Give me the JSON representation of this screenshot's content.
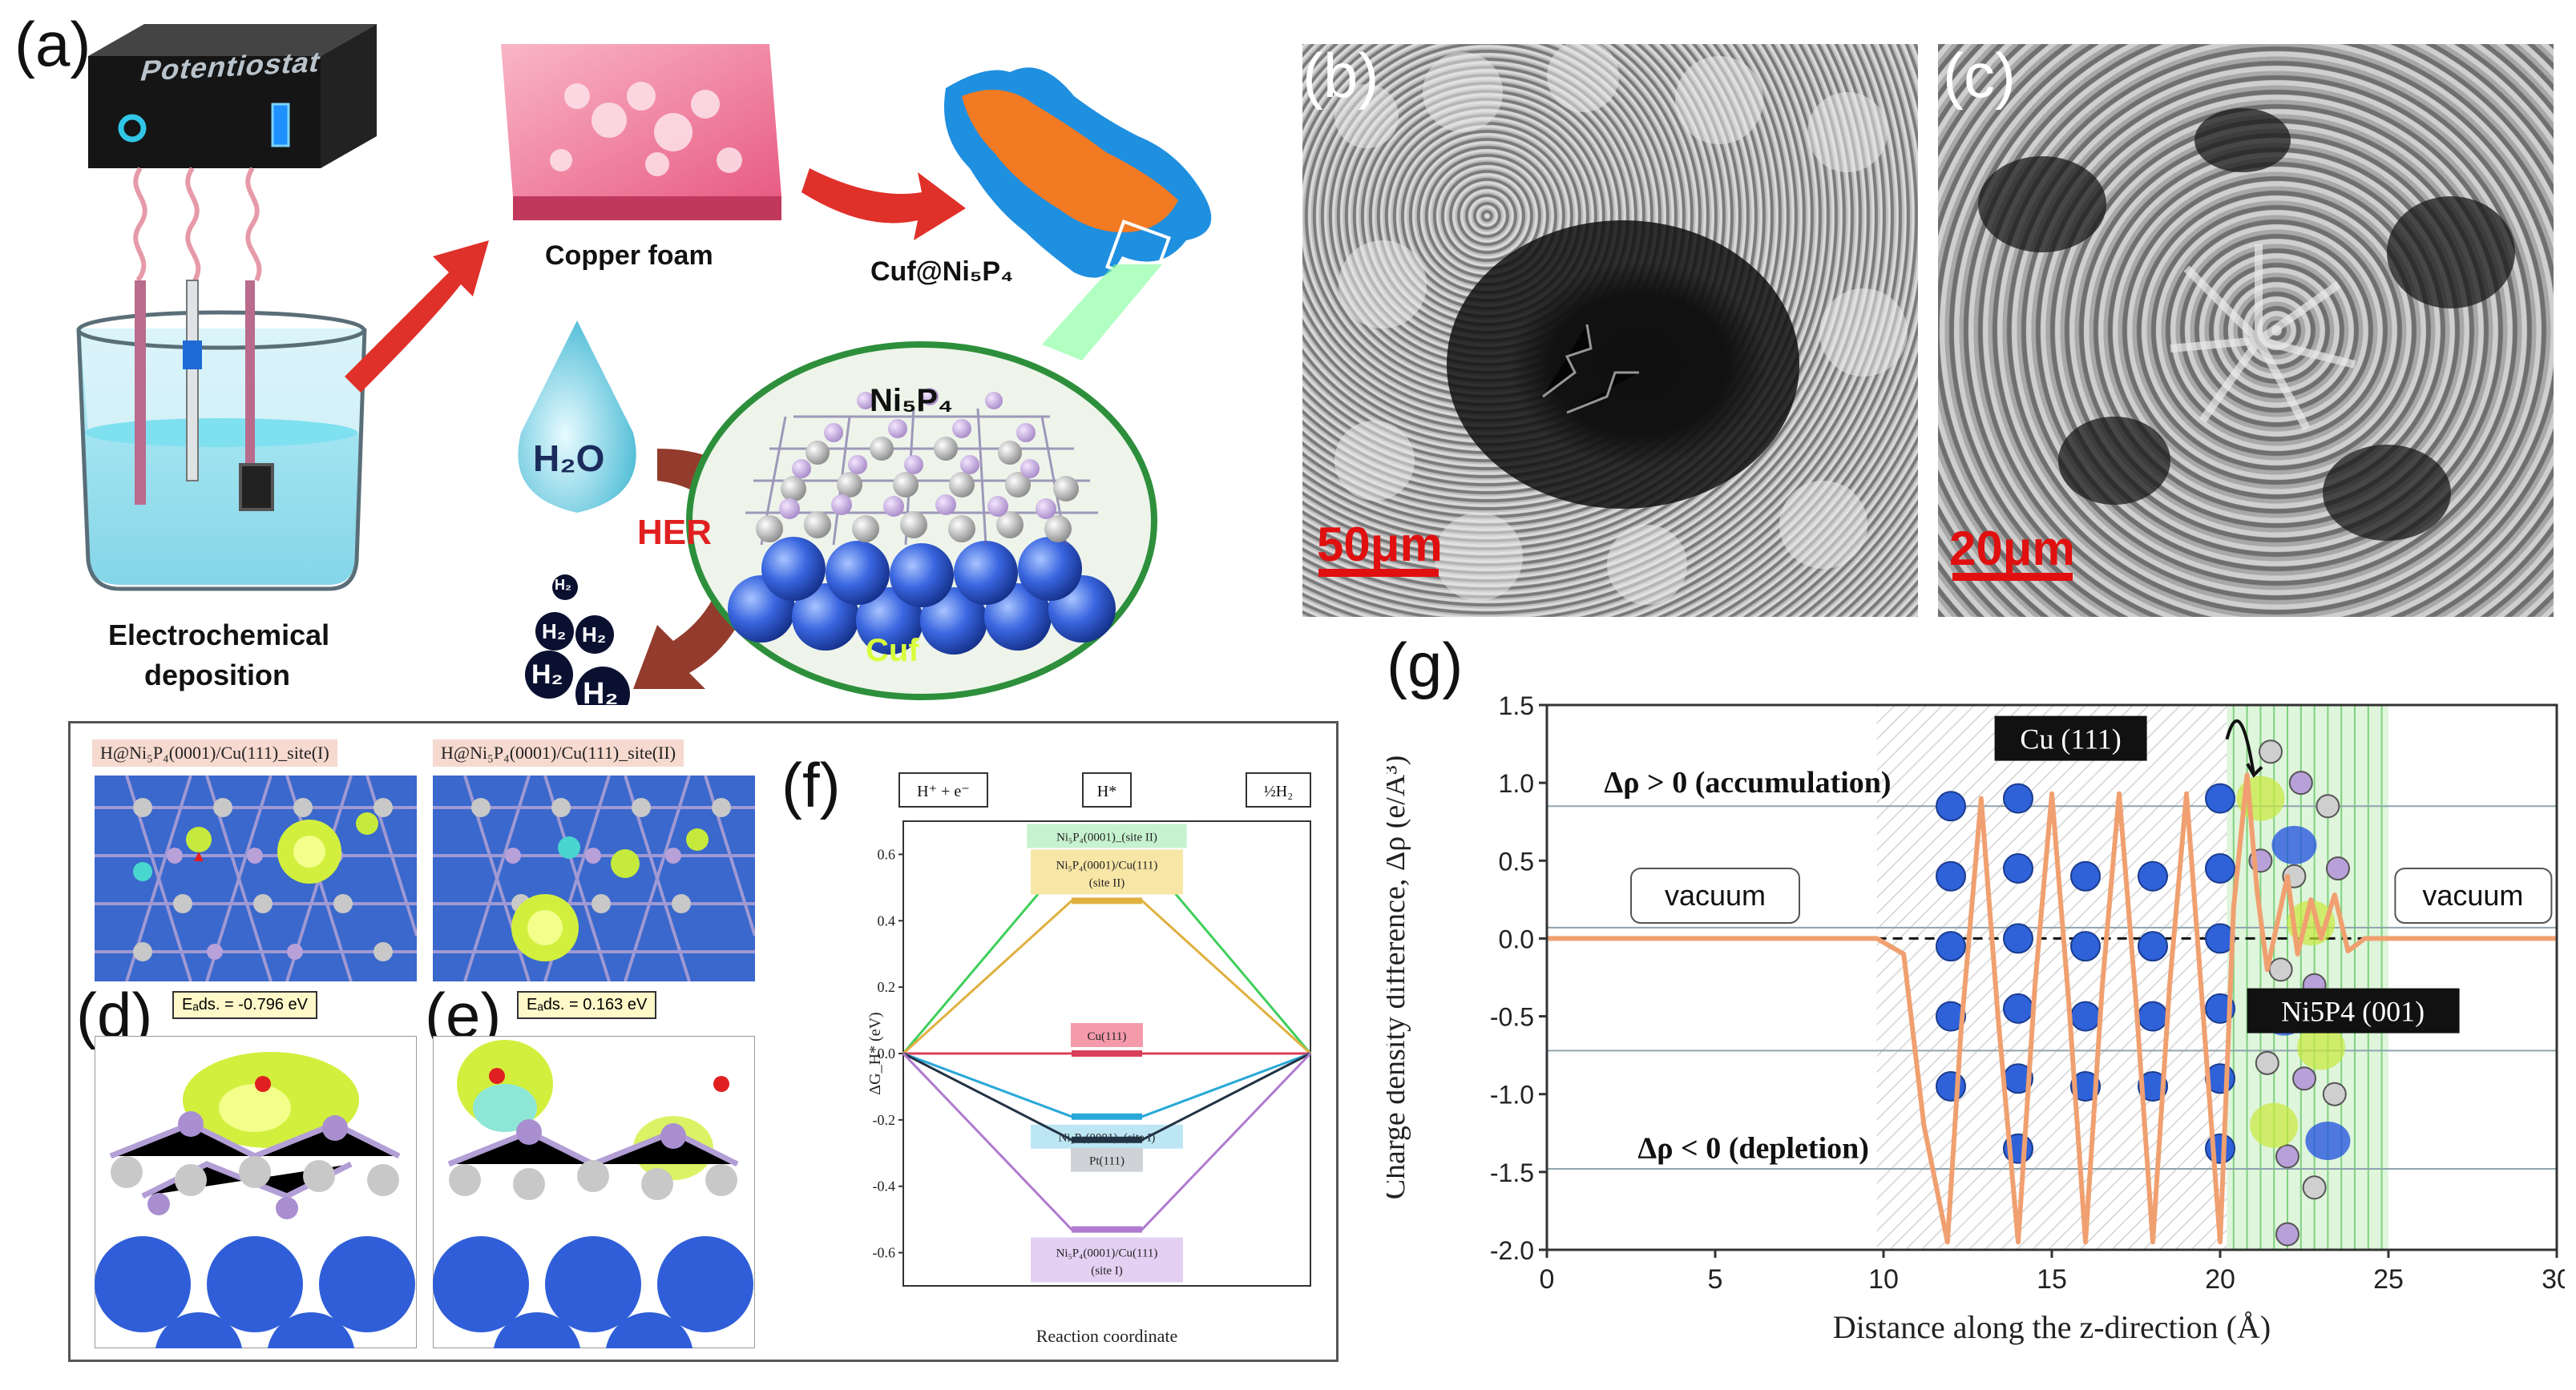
{
  "panel_a": {
    "label": "(a)",
    "potentiostat": "Potentiostat",
    "copper_foam": "Copper foam",
    "cuf_ni5p4": "Cuf@Ni₅P₄",
    "electro_line1": "Electrochemical",
    "electro_line2": "deposition",
    "h2o": "H₂O",
    "her": "HER",
    "ni5p4": "Ni₅P₄",
    "cuf": "Cuf",
    "h2": "H₂"
  },
  "panel_b": {
    "label": "(b)",
    "scale": "50μm"
  },
  "panel_c": {
    "label": "(c)",
    "scale": "20μm"
  },
  "panel_d": {
    "label": "(d)",
    "site_tag": "H@Ni₅P₄(0001)/Cu(111)_site(I)",
    "eads": "Eₐds. = -0.796 eV"
  },
  "panel_e": {
    "label": "(e)",
    "site_tag": "H@Ni₅P₄(0001)/Cu(111)_site(II)",
    "eads": "Eₐds. = 0.163 eV"
  },
  "chart_data": [
    {
      "panel": "(f)",
      "type": "line",
      "xlabel": "Reaction coordinate",
      "ylabel": "ΔG_H* (eV)",
      "ylim": [
        -0.7,
        0.7
      ],
      "yticks": [
        "0.6",
        "0.4",
        "0.2",
        "0.0",
        "-0.2",
        "-0.4",
        "-0.6"
      ],
      "x_states": [
        "H⁺ + e⁻",
        "H*",
        "½H₂"
      ],
      "series": [
        {
          "name": "Ni₅P₄(0001)_(site II)",
          "values": [
            0,
            0.6,
            0
          ],
          "color": "#3fcf5a",
          "tag_bg": "#c7f2cf"
        },
        {
          "name": "Ni₅P₄(0001)/Cu(111) (site II)",
          "values": [
            0,
            0.46,
            0
          ],
          "color": "#e0b040",
          "tag_bg": "#f7e6a6"
        },
        {
          "name": "Cu(111)",
          "values": [
            0,
            0.0,
            0
          ],
          "color": "#d8405a",
          "tag_bg": "#f49aaa"
        },
        {
          "name": "Ni₅P₄(0001)_(site I)",
          "values": [
            0,
            -0.19,
            0
          ],
          "color": "#2aa8d8",
          "tag_bg": "#bde6f4"
        },
        {
          "name": "Pt(111)",
          "values": [
            0,
            -0.26,
            0
          ],
          "color": "#223344",
          "tag_bg": "#cfd2d6"
        },
        {
          "name": "Ni₅P₄(0001)/Cu(111) (site I)",
          "values": [
            0,
            -0.53,
            0
          ],
          "color": "#b07ad0",
          "tag_bg": "#e4d0f2"
        }
      ]
    },
    {
      "panel": "(g)",
      "type": "line",
      "xlabel": "Distance along the z-direction (Å)",
      "ylabel": "Charge density difference, Δρ (e/Å³)",
      "xlim": [
        0,
        30
      ],
      "ylim": [
        -2.0,
        1.5
      ],
      "xticks": [
        "0",
        "5",
        "10",
        "15",
        "20",
        "25",
        "30"
      ],
      "yticks": [
        "1.5",
        "1.0",
        "0.5",
        "0.0",
        "-0.5",
        "-1.0",
        "-1.5",
        "-2.0"
      ],
      "series": [
        {
          "color": "#f0a070",
          "x": [
            0,
            9.8,
            10.6,
            11.2,
            11.9,
            12.3,
            12.9,
            13.4,
            14.0,
            14.5,
            15.0,
            15.5,
            16.0,
            16.5,
            17.0,
            17.5,
            18.0,
            18.5,
            19.0,
            19.5,
            20.0,
            20.4,
            20.8,
            21.1,
            21.4,
            21.7,
            22.0,
            22.3,
            22.7,
            23.0,
            23.4,
            23.8,
            24.3,
            25.0,
            30
          ],
          "y": [
            0,
            0,
            -0.1,
            -1.2,
            -1.95,
            -0.6,
            0.9,
            -0.5,
            -1.95,
            -0.3,
            0.93,
            -0.4,
            -1.95,
            -0.3,
            0.93,
            -0.4,
            -1.95,
            -0.3,
            0.93,
            -0.5,
            -1.95,
            0.2,
            1.05,
            0.3,
            -0.2,
            0.1,
            0.4,
            -0.1,
            0.25,
            0.0,
            0.28,
            -0.08,
            0.0,
            0.0,
            0
          ]
        }
      ],
      "annotations": {
        "accumulation": "Δρ > 0 (accumulation)",
        "depletion": "Δρ < 0 (depletion)",
        "vacuum_left": "vacuum",
        "vacuum_right": "vacuum",
        "cu": "Cu (111)",
        "ni": "Ni5P4 (001)"
      }
    }
  ],
  "panel_f_label": "(f)",
  "panel_g_label": "(g)",
  "colors": {
    "arrow_red": "#e0302a",
    "curve": "#f0a070",
    "atom_blue": "#3060d8"
  }
}
